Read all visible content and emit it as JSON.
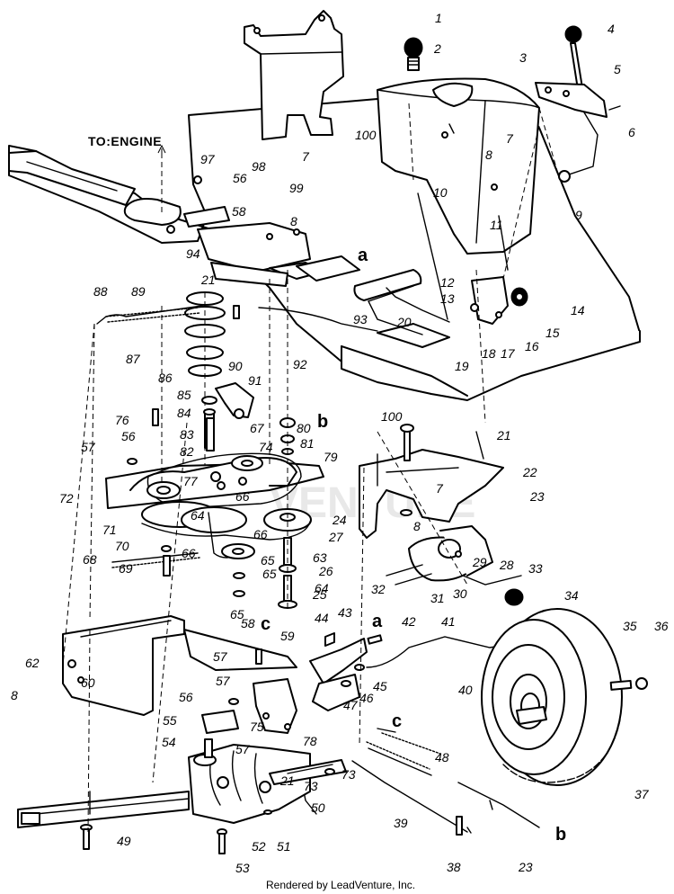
{
  "header_label": "TO:ENGINE",
  "footer": "Rendered by LeadVenture, Inc.",
  "watermark": "VENTURE",
  "letters": [
    "a",
    "b",
    "c",
    "a",
    "c",
    "b"
  ],
  "part_numbers": [
    "1",
    "2",
    "3",
    "4",
    "5",
    "6",
    "7",
    "8",
    "9",
    "10",
    "11",
    "12",
    "13",
    "14",
    "15",
    "16",
    "17",
    "18",
    "19",
    "20",
    "21",
    "22",
    "23",
    "24",
    "25",
    "26",
    "27",
    "28",
    "29",
    "30",
    "31",
    "32",
    "33",
    "34",
    "35",
    "36",
    "37",
    "38",
    "39",
    "40",
    "41",
    "42",
    "43",
    "44",
    "45",
    "46",
    "47",
    "48",
    "49",
    "50",
    "51",
    "52",
    "53",
    "54",
    "55",
    "56",
    "57",
    "58",
    "59",
    "60",
    "62",
    "63",
    "64",
    "65",
    "66",
    "67",
    "68",
    "69",
    "70",
    "71",
    "72",
    "73",
    "74",
    "75",
    "76",
    "77",
    "78",
    "79",
    "80",
    "81",
    "82",
    "83",
    "84",
    "85",
    "86",
    "87",
    "88",
    "89",
    "90",
    "91",
    "92",
    "93",
    "94",
    "97",
    "98",
    "99",
    "100"
  ]
}
